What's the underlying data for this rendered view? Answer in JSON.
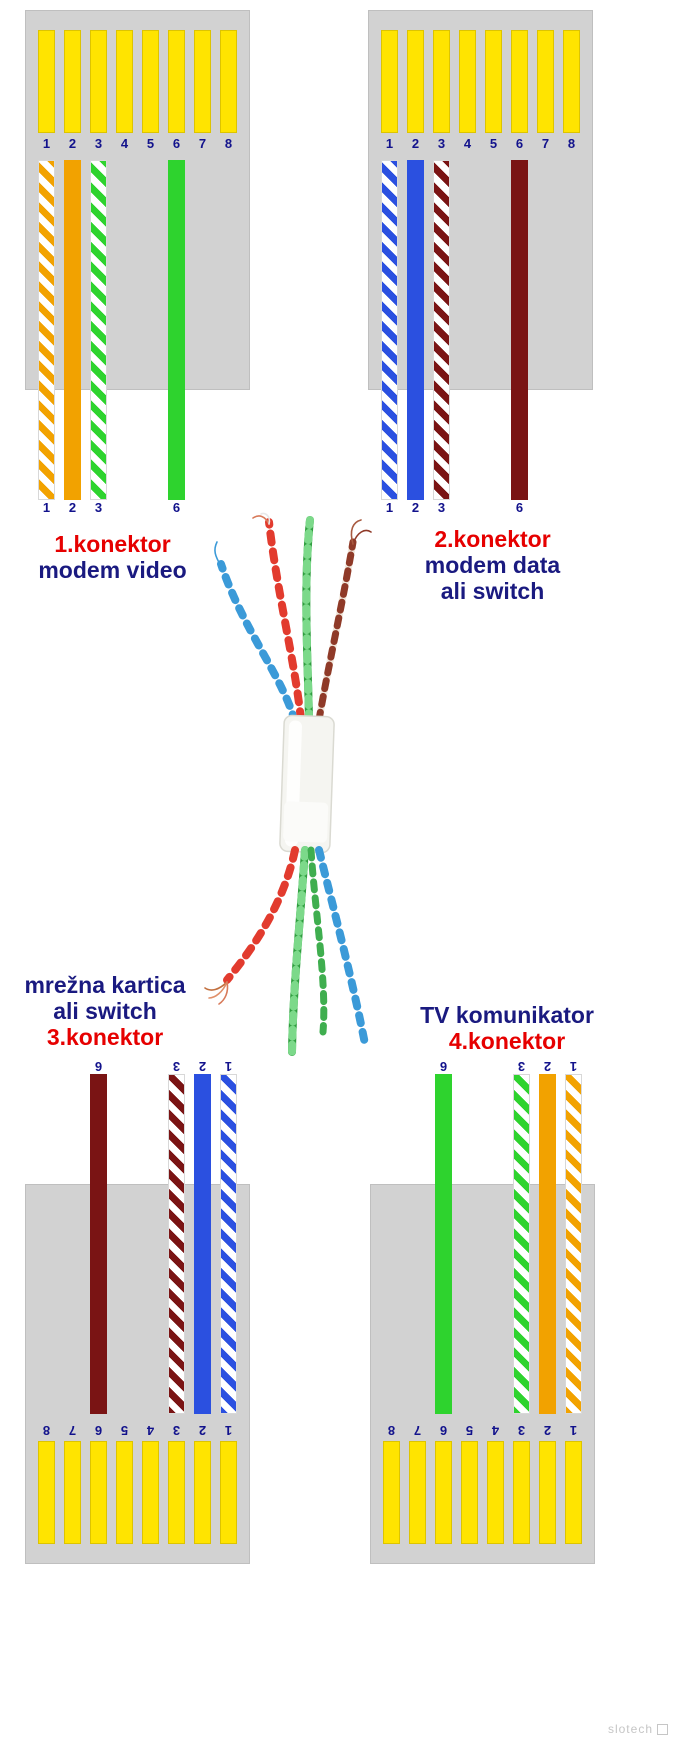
{
  "labels": {
    "c1_title": "1.konektor",
    "c1_sub1": "modem video",
    "c2_title": "2.konektor",
    "c2_sub1": "modem data",
    "c2_sub2": "ali switch",
    "c3_sub1": "mrežna kartica",
    "c3_sub2": "ali switch",
    "c3_title": "3.konektor",
    "c4_sub1": "TV komunikator",
    "c4_title": "4.konektor"
  },
  "colors": {
    "title_red": "#e60000",
    "label_navy": "#1a1a80",
    "number_navy": "#12128c",
    "pin_yellow": "#ffe400",
    "connector_gray": "#d2d2d2",
    "wire_orange": "#f2a200",
    "wire_green": "#2ed32e",
    "wire_blue": "#2b50e0",
    "wire_brown": "#7a1414",
    "stripe_white": "#ffffff"
  },
  "connectors": [
    {
      "name": "1.konektor",
      "role": "modem video",
      "orientation": "up",
      "pin_numbers": [
        "1",
        "2",
        "3",
        "4",
        "5",
        "6",
        "7",
        "8"
      ],
      "wires": [
        {
          "pin": "1",
          "color": "white-orange striped",
          "hex": "#f2a200",
          "striped": true
        },
        {
          "pin": "2",
          "color": "orange",
          "hex": "#f2a200",
          "striped": false
        },
        {
          "pin": "3",
          "color": "white-green striped",
          "hex": "#2ed32e",
          "striped": true
        },
        {
          "pin": "6",
          "color": "green",
          "hex": "#2ed32e",
          "striped": false
        }
      ]
    },
    {
      "name": "2.konektor",
      "role": "modem data ali switch",
      "orientation": "up",
      "pin_numbers": [
        "1",
        "2",
        "3",
        "4",
        "5",
        "6",
        "7",
        "8"
      ],
      "wires": [
        {
          "pin": "1",
          "color": "white-blue striped",
          "hex": "#2b50e0",
          "striped": true
        },
        {
          "pin": "2",
          "color": "blue",
          "hex": "#2b50e0",
          "striped": false
        },
        {
          "pin": "3",
          "color": "white-brown striped",
          "hex": "#7a1414",
          "striped": true
        },
        {
          "pin": "6",
          "color": "brown",
          "hex": "#7a1414",
          "striped": false
        }
      ]
    },
    {
      "name": "3.konektor",
      "role": "mrežna kartica ali switch",
      "orientation": "down",
      "pin_numbers": [
        "1",
        "2",
        "3",
        "4",
        "5",
        "6",
        "7",
        "8"
      ],
      "wires": [
        {
          "pin": "1",
          "color": "white-blue striped",
          "hex": "#2b50e0",
          "striped": true
        },
        {
          "pin": "2",
          "color": "blue",
          "hex": "#2b50e0",
          "striped": false
        },
        {
          "pin": "3",
          "color": "white-brown striped",
          "hex": "#7a1414",
          "striped": true
        },
        {
          "pin": "6",
          "color": "brown",
          "hex": "#7a1414",
          "striped": false
        }
      ]
    },
    {
      "name": "4.konektor",
      "role": "TV komunikator",
      "orientation": "down",
      "pin_numbers": [
        "1",
        "2",
        "3",
        "4",
        "5",
        "6",
        "7",
        "8"
      ],
      "wires": [
        {
          "pin": "1",
          "color": "white-orange striped",
          "hex": "#f2a200",
          "striped": true
        },
        {
          "pin": "2",
          "color": "orange",
          "hex": "#f2a200",
          "striped": false
        },
        {
          "pin": "3",
          "color": "white-green striped",
          "hex": "#2ed32e",
          "striped": true
        },
        {
          "pin": "6",
          "color": "green",
          "hex": "#2ed32e",
          "striped": false
        }
      ]
    }
  ],
  "watermark": {
    "text": "slotech"
  }
}
